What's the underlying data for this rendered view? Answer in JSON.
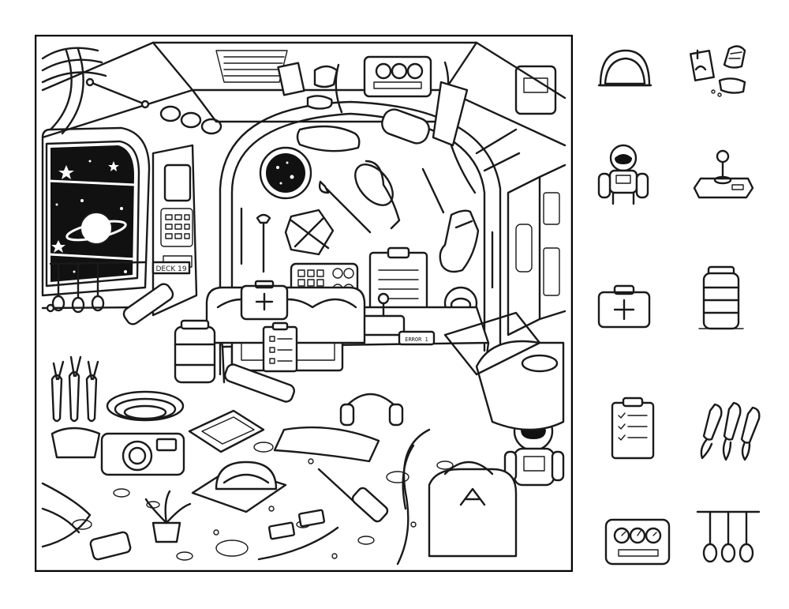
{
  "game": {
    "type": "hidden-objects"
  },
  "scene": {
    "window_text": "DECK 19",
    "keypad_text": "ERROR 1"
  },
  "find_items": [
    {
      "id": "helmet",
      "icon": "helmet-icon"
    },
    {
      "id": "snack-packs",
      "icon": "snack-packs-icon"
    },
    {
      "id": "astronaut",
      "icon": "astronaut-icon"
    },
    {
      "id": "joystick",
      "icon": "joystick-icon"
    },
    {
      "id": "first-aid-kit",
      "icon": "first-aid-kit-icon"
    },
    {
      "id": "fuel-canister",
      "icon": "fuel-canister-icon"
    },
    {
      "id": "clipboard",
      "icon": "clipboard-icon"
    },
    {
      "id": "rockets",
      "icon": "rockets-icon"
    },
    {
      "id": "gauge-panel",
      "icon": "gauge-panel-icon"
    },
    {
      "id": "hanging-grips",
      "icon": "hanging-grips-icon"
    }
  ],
  "colors": {
    "ink": "#1a1a1a",
    "paper": "#ffffff",
    "frame": "#000000"
  }
}
